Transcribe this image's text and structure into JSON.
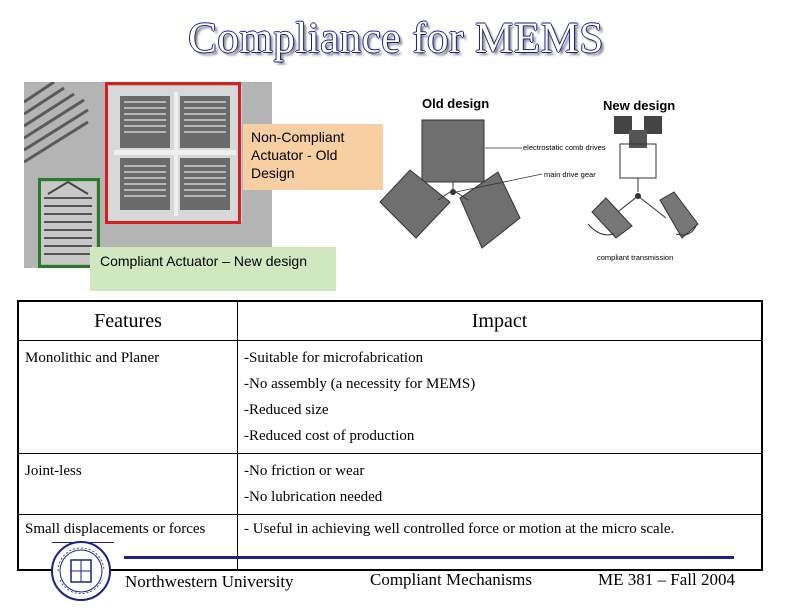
{
  "title": "Compliance for MEMS",
  "photo_labels": {
    "non_compliant": "Non-Compliant Actuator - Old Design",
    "compliant": "Compliant Actuator – New design"
  },
  "diagram": {
    "old_label": "Old design",
    "new_label": "New design",
    "comb_drives": "electrostatic comb drives",
    "drive_gear": "main drive gear",
    "transmission": "compliant transmission"
  },
  "table": {
    "headers": [
      "Features",
      "Impact"
    ],
    "rows": [
      {
        "feature": "Monolithic and Planer",
        "impact": [
          "-Suitable for microfabrication",
          "-No assembly (a necessity for MEMS)",
          "-Reduced size",
          "-Reduced cost of production"
        ]
      },
      {
        "feature": "Joint-less",
        "impact": [
          "-No friction or wear",
          "-No lubrication needed"
        ]
      },
      {
        "feature": "Small displacements or forces",
        "impact": [
          "- Useful in achieving well controlled force or motion at the micro scale."
        ]
      }
    ]
  },
  "footer": {
    "university": "Northwestern University",
    "course_topic": "Compliant Mechanisms",
    "course": "ME 381 – Fall 2004"
  },
  "colors": {
    "title_outline": "#1a1a8a",
    "red_box": "#d42020",
    "green_box": "#2a7a2a",
    "orange_label": "#f7cfa3",
    "green_label": "#cfe8c0",
    "footer_line": "#20208a"
  }
}
